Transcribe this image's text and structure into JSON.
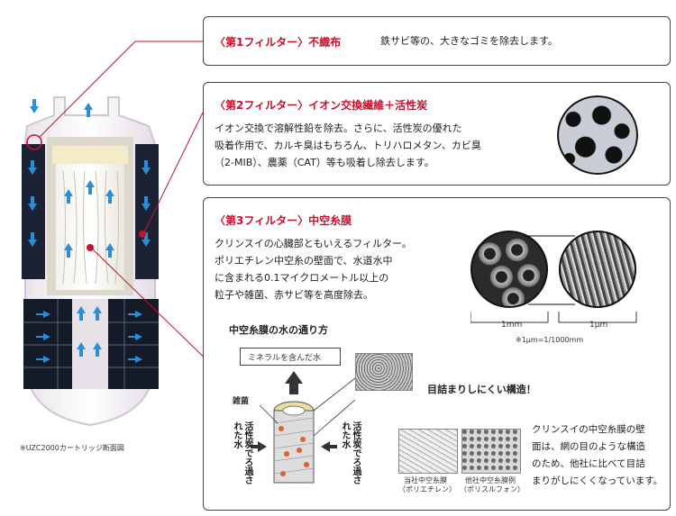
{
  "filter1": {
    "title": "〈第1フィルター〉不織布",
    "description": "鉄サビ等の、大きなゴミを除去します。"
  },
  "filter2": {
    "title": "〈第2フィルター〉イオン交換繊維＋活性炭",
    "lines": [
      "イオン交換で溶解性鉛を除去。さらに、活性炭の優れた",
      "吸着作用で、カルキ臭はもちろん、トリハロメタン、カビ臭",
      "（2-MIB）、農薬（CAT）等も吸着し除去します。"
    ]
  },
  "filter3": {
    "title": "〈第3フィルター〉中空糸膜",
    "lines": [
      "クリンスイの心臓部ともいえるフィルター。",
      "ポリエチレン中空糸の壁面で、水道水中",
      "に含まれる0.1マイクロメートル以上の",
      "粒子や雑菌、赤サビ等を高度除去。"
    ],
    "scale_1mm": "1mm",
    "scale_1um": "1μm",
    "scale_note": "※1μm=1/1000mm"
  },
  "flow": {
    "title": "中空糸膜の水の通り方",
    "mineral_label": "ミネラルを含んだ水",
    "germ_label": "雑菌",
    "left_vertical": "活性炭でろ過された水",
    "right_vertical": "活性炭でろ過された水",
    "structure_label": "目詰まりしにくい構造！",
    "ours_label_1": "当社中空糸膜",
    "ours_label_2": "（ポリエチレン）",
    "other_label_1": "他社中空糸膜例",
    "other_label_2": "（ポリスルフォン）",
    "desc_lines": [
      "クリンスイの中空糸膜の壁",
      "面は、網の目のような構造",
      "のため、他社に比べて目詰",
      "まりがしにくくなっています。"
    ]
  },
  "cartridge_caption": "※UZC2000カートリッジ断面図",
  "colors": {
    "accent_red": "#c8102e",
    "water_blue": "#2a8fd8",
    "carbon_dark": "#1b2233"
  }
}
